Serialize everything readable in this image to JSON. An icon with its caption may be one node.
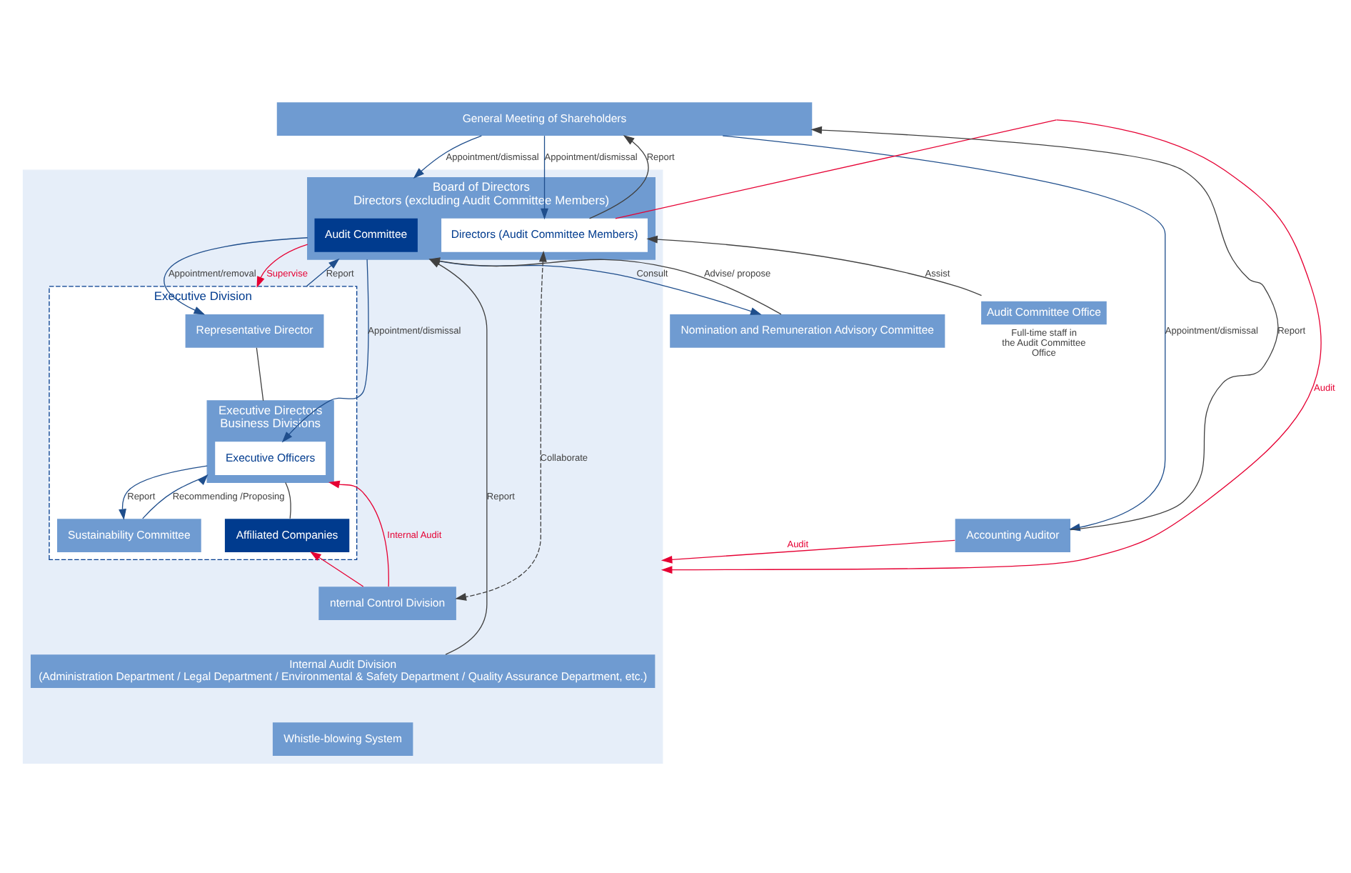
{
  "diagram": {
    "nodes": [
      {
        "text": [
          "General Meeting of Shareholders"
        ]
      },
      {
        "text": [],
        "shape": "box"
      },
      {
        "text": [
          "Board of Directors",
          "Directors (excluding Audit Committee Members)"
        ],
        "in": 1
      },
      {
        "text": [
          "Audit Committee"
        ],
        "in": 2
      },
      {
        "text": [
          "Directors (Audit Committee Members)"
        ],
        "in": 2
      },
      {
        "text": [
          "Executive Division"
        ],
        "in": 1
      },
      {
        "text": [
          "Representative Director"
        ],
        "in": 5
      },
      {
        "text": [
          "Executive Directors",
          "Business Divisions"
        ],
        "in": 5
      },
      {
        "text": [
          "Executive Officers"
        ],
        "in": 7
      },
      {
        "text": [
          "Sustainability Committee"
        ],
        "in": 5
      },
      {
        "text": [
          "Affiliated Companies"
        ],
        "in": 5
      },
      {
        "text": [
          "nternal Control Division"
        ],
        "in": 1
      },
      {
        "text": [
          "Internal Audit Division",
          "(Administration Department / Legal Department / Environmental & Safety Department / Quality Assurance Department, etc.)"
        ],
        "in": 1
      },
      {
        "text": [
          "Whistle-blowing System"
        ],
        "in": 1
      },
      {
        "text": [
          "Audit Committee Office"
        ],
        "beside": [
          "Full-time staff in the Audit Committee Office"
        ]
      },
      {
        "text": [
          "Nomination and Remuneration Advisory Committee"
        ]
      },
      {
        "text": [
          "Accounting Auditor"
        ]
      }
    ],
    "edges": [
      {
        "from": 0,
        "to": 2,
        "arrow": "to",
        "label": "Appointment/dismissal"
      },
      {
        "from": 4,
        "to": 0,
        "arrow": "to",
        "label": "Report",
        "color": "#404040"
      },
      {
        "from": 0,
        "to": 4,
        "arrow": "to",
        "label": "Appointment/dismissal"
      },
      {
        "from": 4,
        "to": 1,
        "arrow": "to",
        "label": "Audit",
        "color": "#e60033"
      },
      {
        "from": 14,
        "to": 4,
        "arrow": "to",
        "label": "Assist",
        "color": "#404040"
      },
      {
        "from": 2,
        "to": 15,
        "arrow": "to",
        "label": "Consult"
      },
      {
        "from": 15,
        "to": 2,
        "arrow": "to",
        "label": "Advise/ propose",
        "color": "#404040"
      },
      {
        "from": 16,
        "to": 0,
        "arrow": "to",
        "label": "Report",
        "color": "#404040"
      },
      {
        "from": 0,
        "to": 16,
        "arrow": "to",
        "label": "Appointment/dismissal"
      },
      {
        "from": 16,
        "to": 1,
        "arrow": "to",
        "label": "Audit",
        "color": "#e60033"
      },
      {
        "from": 2,
        "to": 5,
        "arrow": "to",
        "label": "Supervise",
        "color": "#e60033"
      },
      {
        "from": 5,
        "to": 2,
        "arrow": "to",
        "label": "Report"
      },
      {
        "from": 2,
        "to": 6,
        "arrow": "to",
        "label": "Appointment/removal"
      },
      {
        "from": 2,
        "to": 8,
        "arrow": "to",
        "label": "Appointment/dismissal"
      },
      {
        "from": 11,
        "to": 4,
        "arrow": "both",
        "label": "Collaborate",
        "style": "dashed",
        "color": "#404040"
      },
      {
        "from": 6,
        "to": 7,
        "arrow": "none",
        "color": "#404040"
      },
      {
        "from": 9,
        "to": 7,
        "arrow": "to",
        "label": "Recommending /Proposing"
      },
      {
        "from": 7,
        "to": 9,
        "arrow": "to",
        "label": "Report"
      },
      {
        "from": 7,
        "to": 10,
        "arrow": "none",
        "color": "#404040"
      },
      {
        "from": 11,
        "to": 7,
        "arrow": "to",
        "label": "Internal Audit",
        "color": "#e60033"
      },
      {
        "from": 11,
        "to": 10,
        "arrow": "to",
        "color": "#e60033"
      },
      {
        "from": 12,
        "to": 2,
        "arrow": "to",
        "label": "Report",
        "color": "#404040"
      }
    ]
  }
}
